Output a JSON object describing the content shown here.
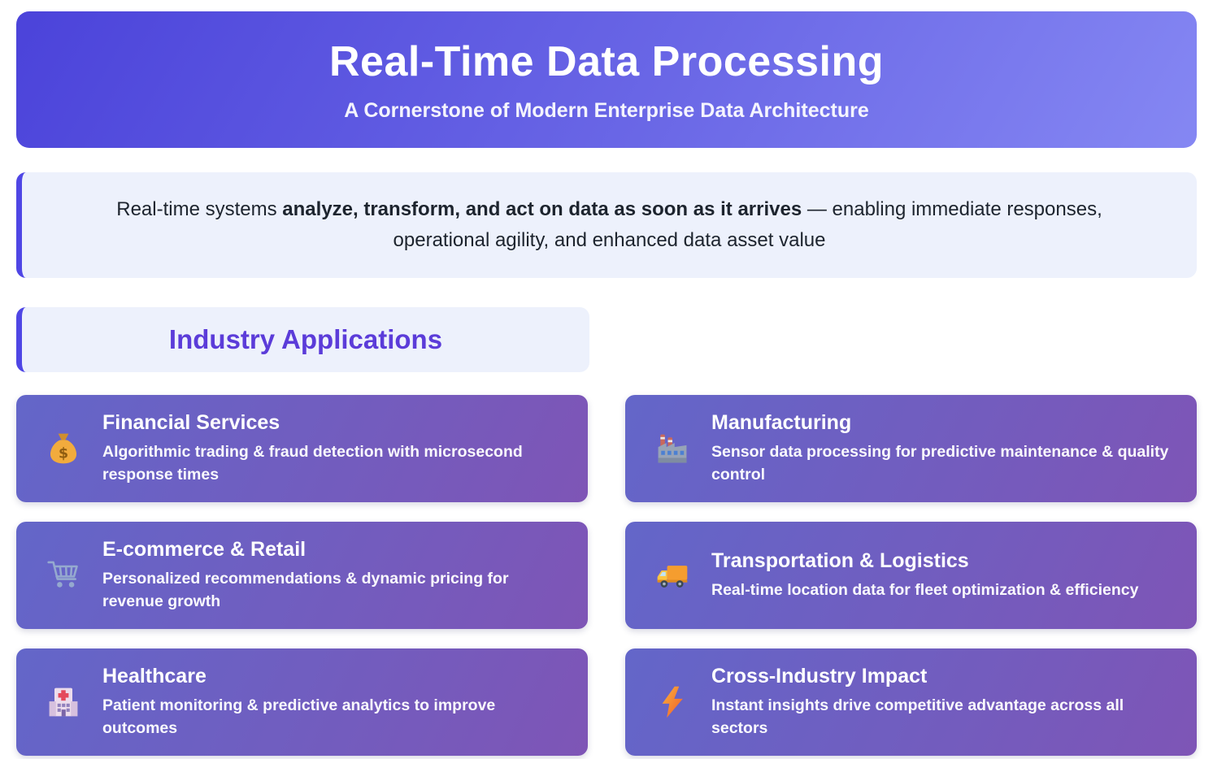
{
  "header": {
    "title": "Real-Time Data Processing",
    "subtitle": "A Cornerstone of Modern Enterprise Data Architecture"
  },
  "intro": {
    "lead": "Real-time systems ",
    "emphasis": "analyze, transform, and act on data as soon as it arrives",
    "tail": " — enabling immediate responses, operational agility, and enhanced data asset value"
  },
  "section": {
    "title": "Industry Applications"
  },
  "cards": [
    {
      "icon": "money-bag-icon",
      "title": "Financial Services",
      "description": "Algorithmic trading & fraud detection with microsecond response times"
    },
    {
      "icon": "factory-icon",
      "title": "Manufacturing",
      "description": "Sensor data processing for predictive maintenance & quality control"
    },
    {
      "icon": "shopping-cart-icon",
      "title": "E-commerce & Retail",
      "description": "Personalized recommendations & dynamic pricing for revenue growth"
    },
    {
      "icon": "delivery-truck-icon",
      "title": "Transportation & Logistics",
      "description": "Real-time location data for fleet optimization & efficiency"
    },
    {
      "icon": "hospital-icon",
      "title": "Healthcare",
      "description": "Patient monitoring & predictive analytics to improve outcomes"
    },
    {
      "icon": "lightning-icon",
      "title": "Cross-Industry Impact",
      "description": "Instant insights drive competitive advantage across all sectors"
    }
  ],
  "colors": {
    "accent_indigo": "#4f46e5",
    "header_gradient_start": "#4b43da",
    "header_gradient_end": "#8587f3",
    "card_gradient_start": "#6366c9",
    "card_gradient_end": "#7e55b6",
    "panel_background": "#edf1fc",
    "section_title_color": "#5b3cd9"
  }
}
